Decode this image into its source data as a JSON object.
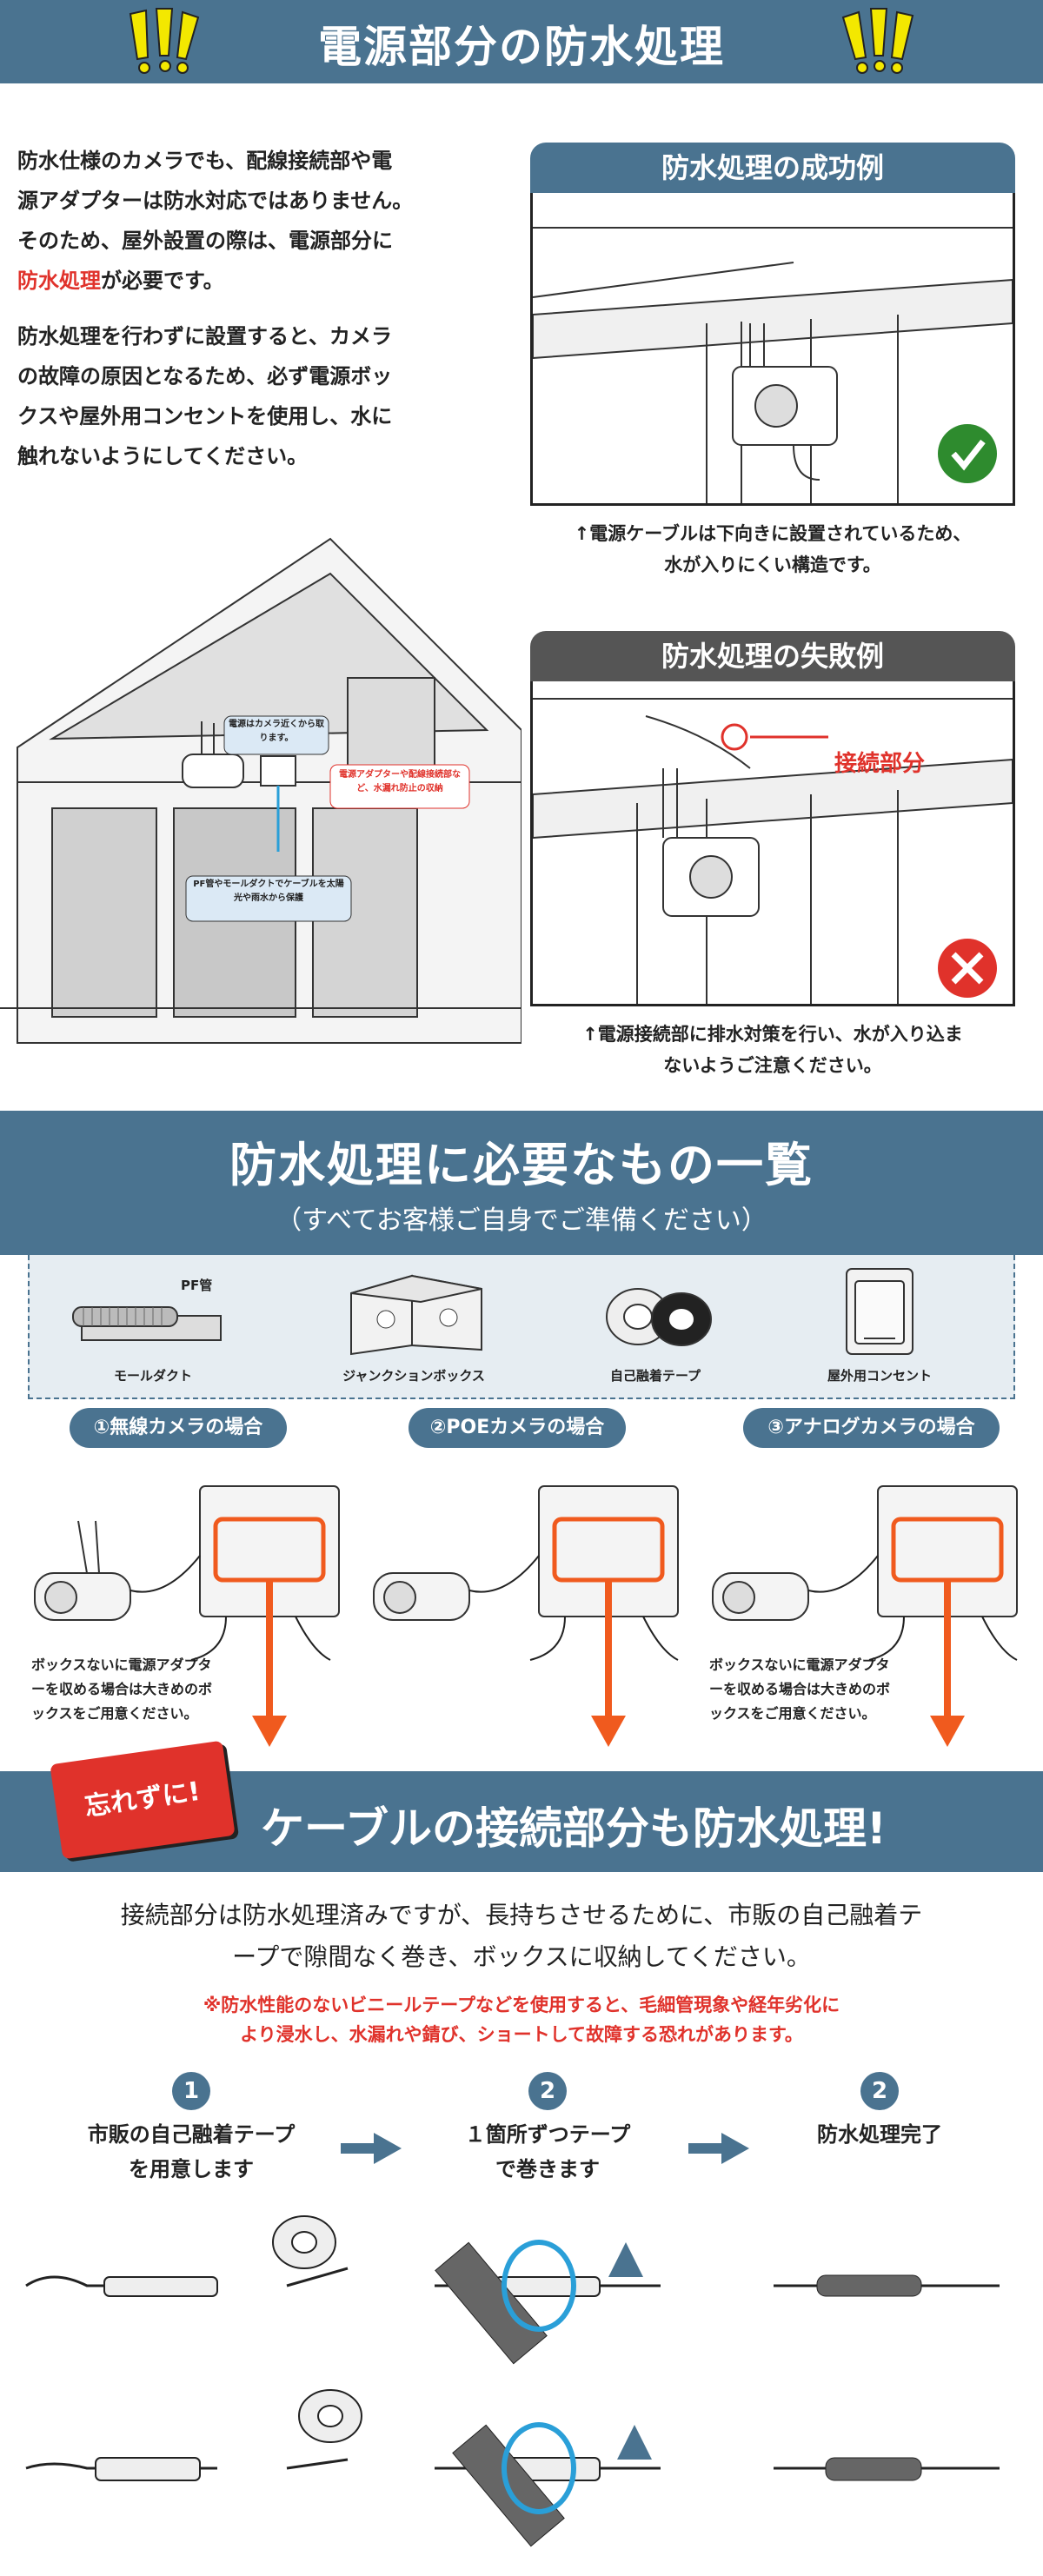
{
  "header": {
    "title": "電源部分の防水処理"
  },
  "intro": {
    "p1_line1": "防水仕様のカメラでも、配線接続部や電",
    "p1_line2": "源アダプターは防水対応ではありません。",
    "p1_line3": "そのため、屋外設置の際は、電源部分に",
    "p1_line4_red": "防水処理",
    "p1_line4_rest": "が必要です。",
    "p2_line1": "防水処理を行わずに設置すると、カメラ",
    "p2_line2": "の故障の原因となるため、必ず電源ボッ",
    "p2_line3": "クスや屋外用コンセントを使用し、水に",
    "p2_line4": "触れないようにしてください。"
  },
  "house_callouts": {
    "c1": "電源はカメラ近くから取ります。",
    "c2": "電源アダプターや配線接続部など、水漏れ防止の収納",
    "c3": "PF管やモールダクトでケーブルを太陽光や雨水から保護"
  },
  "success_panel": {
    "title": "防水処理の成功例",
    "caption_line1": "↑電源ケーブルは下向きに設置されているため、",
    "caption_line2": "水が入りにくい構造です。"
  },
  "fail_panel": {
    "title": "防水処理の失敗例",
    "callout": "接続部分",
    "caption_line1": "↑電源接続部に排水対策を行い、水が入り込ま",
    "caption_line2": "ないようご注意ください。"
  },
  "required_items": {
    "title": "防水処理に必要なもの一覧",
    "subtitle": "（すべてお客様ご自身でご準備ください）",
    "items": [
      {
        "label": "モールダクト",
        "sub": "PF管"
      },
      {
        "label": "ジャンクションボックス"
      },
      {
        "label": "自己融着テープ"
      },
      {
        "label": "屋外用コンセント"
      }
    ]
  },
  "cases": [
    {
      "title": "①無線カメラの場合",
      "note_line1": "ボックスないに電源アダプタ",
      "note_line2": "ーを収める場合は大きめのボ",
      "note_line3": "ックスをご用意ください。"
    },
    {
      "title": "②POEカメラの場合"
    },
    {
      "title": "③アナログカメラの場合",
      "note_line1": "ボックスないに電源アダプタ",
      "note_line2": "ーを収める場合は大きめのボ",
      "note_line3": "ックスをご用意ください。"
    }
  ],
  "cable_section": {
    "badge": "忘れずに!",
    "title": "ケーブルの接続部分も防水処理!",
    "body_line1": "接続部分は防水処理済みですが、長持ちさせるために、市販の自己融着テ",
    "body_line2": "ープで隙間なく巻き、ボックスに収納してください。",
    "warn_line1": "※防水性能のないビニールテープなどを使用すると、毛細管現象や経年劣化に",
    "warn_line2": "より浸水し、水漏れや錆び、ショートして故障する恐れがあります。"
  },
  "steps": [
    {
      "num": "1",
      "line1": "市販の自己融着テープ",
      "line2": "を用意します"
    },
    {
      "num": "2",
      "line1": "１箇所ずつテープ",
      "line2": "で巻きます"
    },
    {
      "num": "2",
      "line1": "防水処理完了",
      "line2": ""
    }
  ],
  "colors": {
    "brand": "#4a7390",
    "accent_red": "#e0322b",
    "orange": "#f05a1e",
    "ok_green": "#2e8b2e"
  }
}
